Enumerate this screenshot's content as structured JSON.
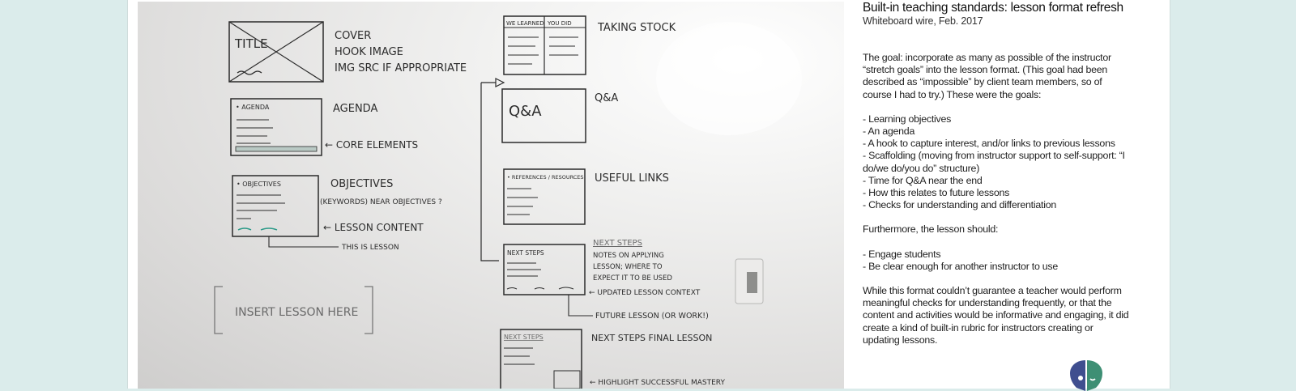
{
  "article": {
    "title": "Built-in teaching standards: lesson format refresh",
    "subtitle": "Whiteboard wire, Feb. 2017",
    "goal_paragraph": "The goal: incorporate as many as possible of the instructor “stretch goals” into the lesson format.  (This goal had been described as “impossible” by client team members, so of course I had to try.) These were the goals:",
    "goals": [
      "- Learning objectives",
      "- An agenda",
      "- A hook to capture interest, and/or links to previous lessons",
      "- Scaffolding (moving from instructor support to self-support: “I do/we do/you do” structure)",
      "- Time for Q&A near the end",
      "- How this relates to future lessons",
      "- Checks for understanding and differentiation"
    ],
    "furthermore": "Furthermore, the lesson should:",
    "should": [
      "-  Engage students",
      "-  Be clear enough for another instructor to use"
    ],
    "closing": "While this format couldn’t guarantee a teacher would perform meaningful checks for understanding frequently, or that the content and activities would be informative and engaging, it did create a kind of built-in rubric for instructors creating or updating lessons."
  },
  "whiteboard": {
    "title_box": "TITLE",
    "cover_notes": [
      "COVER",
      "HOOK  IMAGE",
      "IMG SRC IF APPROPRIATE"
    ],
    "agenda_box": "• AGENDA",
    "agenda_label": "AGENDA",
    "core_elements": "← CORE ELEMENTS",
    "objectives_box": "• OBJECTIVES",
    "objectives_label": "OBJECTIVES",
    "objectives_note": "(KEYWORDS) NEAR OBJECTIVES ?",
    "lesson_content": "← LESSON CONTENT",
    "this_is_lesson": "THIS IS LESSON",
    "insert_lesson": "INSERT  LESSON  HERE",
    "taking_stock_cols": [
      "WE LEARNED",
      "YOU DID"
    ],
    "taking_stock": "TAKING STOCK",
    "qa_box": "Q&A",
    "qa_label": "Q&A",
    "useful_links_box": "• REFERENCES / RESOURCES",
    "useful_links": "USEFUL LINKS",
    "next_steps_box": "NEXT STEPS",
    "next_steps_heading": "NEXT STEPS",
    "next_steps_notes": [
      "NOTES ON APPLYING",
      "LESSON; WHERE TO",
      "EXPECT IT TO BE USED"
    ],
    "updated_lesson_context": "← UPDATED LESSON CONTEXT",
    "future_lesson": "FUTURE LESSON  (OR WORK!)",
    "next_steps_final_box": "NEXT STEPS",
    "next_steps_final": "NEXT STEPS  FINAL LESSON",
    "highlight_mastery": "← HIGHLIGHT SUCCESSFUL MASTERY"
  },
  "logo_icon": "brain-logo-icon",
  "colors": {
    "background": "#dbeceb",
    "card": "#ffffff",
    "logo_left": "#3f4e8f",
    "logo_right": "#3e8f74"
  }
}
